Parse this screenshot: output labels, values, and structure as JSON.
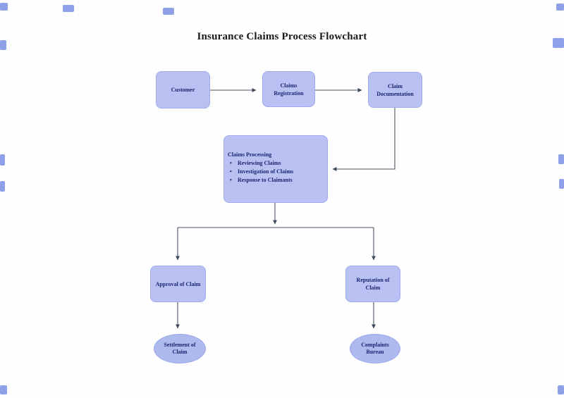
{
  "title": "Insurance Claims Process Flowchart",
  "nodes": {
    "customer": {
      "label": "Customer"
    },
    "claims_registration": {
      "label": "Claims\nRegistration"
    },
    "claim_documentation": {
      "label": "Claim\nDocumentation"
    },
    "claims_processing": {
      "title": "Claims Processing",
      "bullet": "•",
      "items": [
        "Reviewing Claims",
        "Investigation of Claims",
        "Response to Claimants"
      ]
    },
    "approval": {
      "label": "Approval of Claim"
    },
    "reputation": {
      "label": "Reputation of\nClaim"
    },
    "settlement": {
      "label": "Settlement of\nClaim"
    },
    "complaints": {
      "label": "Complaints\nBureau"
    }
  },
  "colors": {
    "node_fill": "#b8c1f2",
    "node_border": "#9eaaec",
    "ellipse_fill": "#aeb9ee",
    "node_text": "#1c2570",
    "connector": "#4a5264",
    "title_text": "#1a1a1a",
    "edge_fragment": "#8da0e8"
  }
}
